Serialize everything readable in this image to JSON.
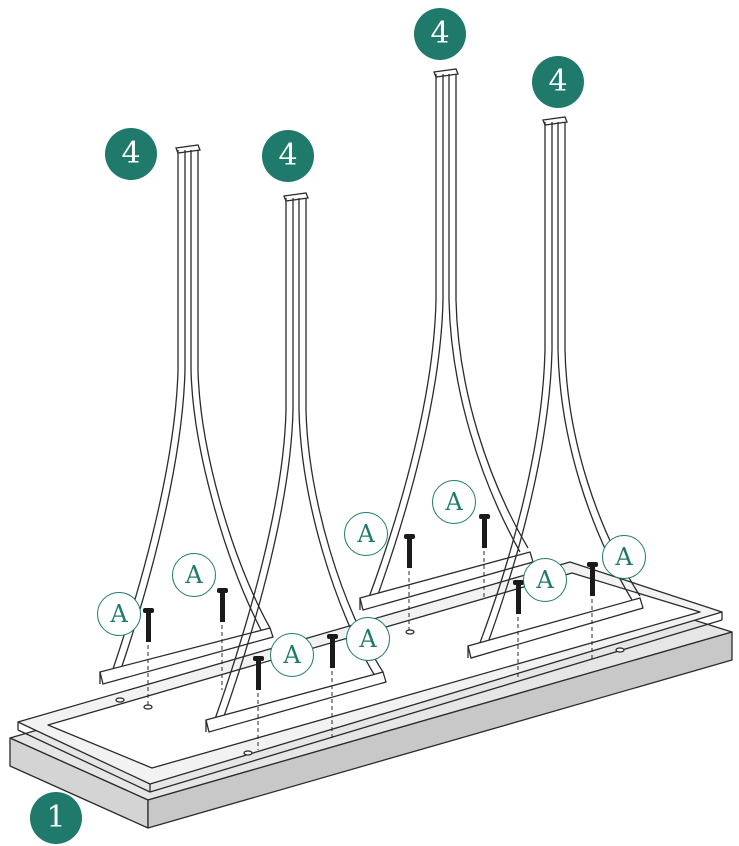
{
  "colors": {
    "part_badge": "#1f7a6c",
    "hardware_badge_ring": "#1f7a6c",
    "line": "#2b2b2b",
    "base_fill": "#d4d4d4",
    "screw": "#1a1a1a"
  },
  "badges": {
    "base": "1",
    "leg_1": "4",
    "leg_2": "4",
    "leg_3": "4",
    "leg_4": "4",
    "hw_1": "A",
    "hw_2": "A",
    "hw_3": "A",
    "hw_4": "A",
    "hw_5": "A",
    "hw_6": "A",
    "hw_7": "A",
    "hw_8": "A"
  },
  "icons": {
    "screw": "bolt-icon",
    "leg": "curved-leg-frame"
  }
}
